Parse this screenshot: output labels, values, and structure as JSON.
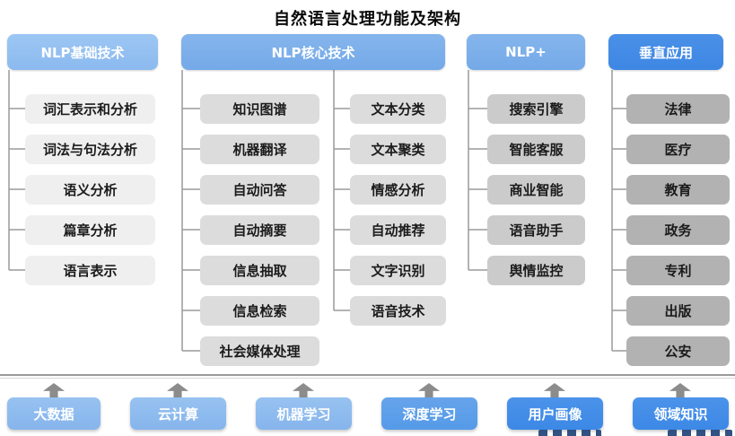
{
  "title": "自然语言处理功能及架构",
  "columns": {
    "foundation": {
      "header": "NLP基础技术",
      "items": [
        "词汇表示和分析",
        "词法与句法分析",
        "语义分析",
        "篇章分析",
        "语言表示"
      ]
    },
    "core": {
      "header": "NLP核心技术",
      "items_left": [
        "知识图谱",
        "机器翻译",
        "自动问答",
        "自动摘要",
        "信息抽取",
        "信息检索",
        "社会媒体处理"
      ],
      "items_right": [
        "文本分类",
        "文本聚类",
        "情感分析",
        "自动推荐",
        "文字识别",
        "语音技术"
      ]
    },
    "nlp_plus": {
      "header": "NLP+",
      "items": [
        "搜索引擎",
        "智能客服",
        "商业智能",
        "语音助手",
        "舆情监控"
      ]
    },
    "vertical": {
      "header": "垂直应用",
      "items": [
        "法律",
        "医疗",
        "教育",
        "政务",
        "专利",
        "出版",
        "公安"
      ]
    }
  },
  "support_layer": {
    "items": [
      "大数据",
      "云计算",
      "机器学习",
      "深度学习",
      "用户画像",
      "领域知识"
    ]
  },
  "colors": {
    "header_foundation": "#8CBAEF",
    "header_core": "#74A9E8",
    "header_nlp_plus": "#74A9E8",
    "header_vertical": "#3D87E4",
    "item_gray_col1": "#EFEFEF",
    "item_gray_col2": "#DCDCDC",
    "item_gray_col3": "#CBCBCB",
    "item_gray_col4": "#B2B2B2",
    "support_light_blue": "#86B5EC",
    "support_vivid_blue": "#3C88E6",
    "connector_gray": "#9A9A9A",
    "arrow_gray": "#8C8C8C"
  }
}
